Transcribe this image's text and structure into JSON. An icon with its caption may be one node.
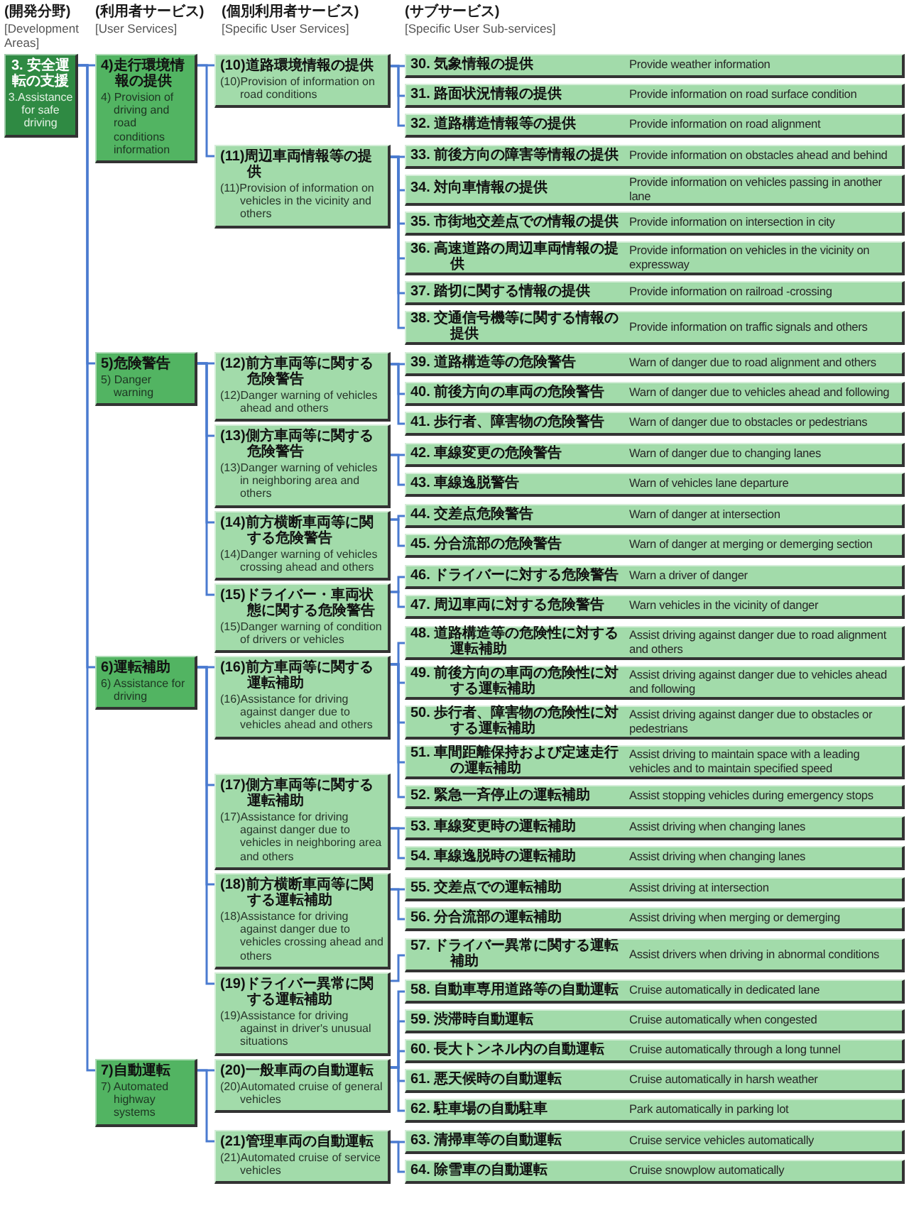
{
  "diagram": {
    "nodes": [
      {
        "text": [
          "3. 安全運転の支援",
          "3.Assistance for safe driving"
        ]
      },
      {
        "text": [
          "4)走行環境情報の提供",
          "4) Provision of driving and road conditions information"
        ]
      },
      {
        "text": [
          "(10)道路環境情報の提供",
          "(10)Provision of information on road conditions"
        ]
      },
      {
        "text": [
          "30. 気象情報の提供",
          "Provide weather information"
        ]
      },
      {
        "text": [
          "31. 路面状況情報の提供",
          "Provide information on road surface condition"
        ]
      },
      {
        "text": [
          "32. 道路構造情報等の提供",
          "Provide information on road alignment"
        ]
      },
      {
        "text": [
          "(11)周辺車両情報等の提供",
          "(11)Provision of information on vehicles in the vicinity and others"
        ]
      },
      {
        "text": [
          "33. 前後方向の障害等情報の提供",
          "Provide information on obstacles ahead and behind"
        ]
      },
      {
        "text": [
          "34. 対向車情報の提供",
          "Provide information on vehicles passing in another lane"
        ]
      },
      {
        "text": [
          "35. 市街地交差点での情報の提供",
          "Provide information on intersection in city"
        ]
      },
      {
        "text": [
          "36. 高速道路の周辺車両情報の提供",
          "Provide information on vehicles in the vicinity on expressway"
        ]
      },
      {
        "text": [
          "37. 踏切に関する情報の提供",
          "Provide information on railroad -crossing"
        ]
      },
      {
        "text": [
          "38. 交通信号機等に関する情報の提供",
          "Provide information on traffic signals and others"
        ]
      },
      {
        "text": [
          "5)危険警告",
          "5) Danger warning"
        ]
      },
      {
        "text": [
          "(12)前方車両等に関する危険警告",
          "(12)Danger warning of vehicles ahead and others"
        ]
      },
      {
        "text": [
          "39. 道路構造等の危険警告",
          "Warn of danger due to road alignment and others"
        ]
      },
      {
        "text": [
          "40. 前後方向の車両の危険警告",
          "Warn of danger due to vehicles ahead and following"
        ]
      },
      {
        "text": [
          "41. 歩行者、障害物の危険警告",
          "Warn of danger due to obstacles or pedestrians"
        ]
      },
      {
        "text": [
          "(13)側方車両等に関する危険警告",
          "(13)Danger warning of vehicles in neighboring area and others"
        ]
      },
      {
        "text": [
          "42. 車線変更の危険警告",
          "Warn of danger due to changing lanes"
        ]
      },
      {
        "text": [
          "43. 車線逸脱警告",
          "Warn of vehicles lane departure"
        ]
      },
      {
        "text": [
          "(14)前方横断車両等に関する危険警告",
          "(14)Danger warning of vehicles crossing ahead and others"
        ]
      },
      {
        "text": [
          "44. 交差点危険警告",
          "Warn of danger at intersection"
        ]
      },
      {
        "text": [
          "45. 分合流部の危険警告",
          "Warn of danger at merging or demerging section"
        ]
      },
      {
        "text": [
          "(15)ドライバー・車両状態に関する危険警告",
          "(15)Danger warning of condition of drivers or vehicles"
        ]
      },
      {
        "text": [
          "46. ドライバーに対する危険警告",
          "Warn a driver of danger"
        ]
      },
      {
        "text": [
          "47. 周辺車両に対する危険警告",
          "Warn vehicles in the vicinity of danger"
        ]
      },
      {
        "text": [
          "6)運転補助",
          "6) Assistance for driving"
        ]
      },
      {
        "text": [
          "(16)前方車両等に関する運転補助",
          "(16)Assistance for driving against danger due to vehicles ahead and others"
        ]
      },
      {
        "text": [
          "48. 道路構造等の危険性に対する運転補助",
          "Assist driving against danger due to road alignment and others"
        ]
      },
      {
        "text": [
          "49. 前後方向の車両の危険性に対する運転補助",
          "Assist driving against danger due to vehicles ahead and following"
        ]
      },
      {
        "text": [
          "50. 歩行者、障害物の危険性に対する運転補助",
          "Assist driving against danger due to obstacles or pedestrians"
        ]
      },
      {
        "text": [
          "51. 車間距離保持および定速走行の運転補助",
          "Assist driving to maintain space with a leading vehicles and to maintain specified speed"
        ]
      },
      {
        "text": [
          "52. 緊急一斉停止の運転補助",
          "Assist stopping vehicles during emergency stops"
        ]
      },
      {
        "text": [
          "(17)側方車両等に関する運転補助",
          "(17)Assistance for driving against danger due to vehicles in neighboring area and others"
        ]
      },
      {
        "text": [
          "53. 車線変更時の運転補助",
          "Assist driving when changing lanes"
        ]
      },
      {
        "text": [
          "54. 車線逸脱時の運転補助",
          "Assist driving when changing lanes"
        ]
      },
      {
        "text": [
          "(18)前方横断車両等に関する運転補助",
          "(18)Assistance for driving against danger due to vehicles crossing ahead and others"
        ]
      },
      {
        "text": [
          "55. 交差点での運転補助",
          "Assist driving at intersection"
        ]
      },
      {
        "text": [
          "56. 分合流部の運転補助",
          "Assist driving when merging or demerging"
        ]
      },
      {
        "text": [
          "(19)ドライバー異常に関する運転補助",
          "(19)Assistance for driving against in driver's unusual situations"
        ]
      },
      {
        "text": [
          "57. ドライバー異常に関する運転補助",
          "Assist drivers when driving in abnormal conditions"
        ]
      },
      {
        "text": [
          "7)自動運転",
          "7) Automated highway systems"
        ]
      },
      {
        "text": [
          "(20)一般車両の自動運転",
          "(20)Automated cruise of general vehicles"
        ]
      },
      {
        "text": [
          "58. 自動車専用道路等の自動運転",
          "Cruise automatically in dedicated lane"
        ]
      },
      {
        "text": [
          "59. 渋滞時自動運転",
          "Cruise automatically when congested"
        ]
      },
      {
        "text": [
          "60. 長大トンネル内の自動運転",
          "Cruise automatically through a long tunnel"
        ]
      },
      {
        "text": [
          "61. 悪天候時の自動運転",
          "Cruise automatically in harsh weather"
        ]
      },
      {
        "text": [
          "62. 駐車場の自動駐車",
          "Park automatically in parking lot"
        ]
      },
      {
        "text": [
          "(21)管理車両の自動運転",
          "(21)Automated cruise of service vehicles"
        ]
      },
      {
        "text": [
          "63. 清掃車等の自動運転",
          "Cruise service vehicles automatically"
        ]
      },
      {
        "text": [
          "64. 除雪車の自動運転",
          "Cruise snowplow automatically"
        ]
      }
    ],
    "edges": [
      {
        "from": 0,
        "to": 1,
        "arrow": "none"
      },
      {
        "from": 0,
        "to": 13,
        "arrow": "none"
      },
      {
        "from": 0,
        "to": 27,
        "arrow": "none"
      },
      {
        "from": 0,
        "to": 42,
        "arrow": "none"
      },
      {
        "from": 1,
        "to": 2,
        "arrow": "none"
      },
      {
        "from": 1,
        "to": 6,
        "arrow": "none"
      },
      {
        "from": 2,
        "to": 3,
        "arrow": "none"
      },
      {
        "from": 2,
        "to": 4,
        "arrow": "none"
      },
      {
        "from": 2,
        "to": 5,
        "arrow": "none"
      },
      {
        "from": 6,
        "to": 7,
        "arrow": "none"
      },
      {
        "from": 6,
        "to": 8,
        "arrow": "none"
      },
      {
        "from": 6,
        "to": 9,
        "arrow": "none"
      },
      {
        "from": 6,
        "to": 10,
        "arrow": "none"
      },
      {
        "from": 6,
        "to": 11,
        "arrow": "none"
      },
      {
        "from": 6,
        "to": 12,
        "arrow": "none"
      },
      {
        "from": 13,
        "to": 14,
        "arrow": "none"
      },
      {
        "from": 13,
        "to": 18,
        "arrow": "none"
      },
      {
        "from": 13,
        "to": 21,
        "arrow": "none"
      },
      {
        "from": 13,
        "to": 24,
        "arrow": "none"
      },
      {
        "from": 14,
        "to": 15,
        "arrow": "none"
      },
      {
        "from": 14,
        "to": 16,
        "arrow": "none"
      },
      {
        "from": 14,
        "to": 17,
        "arrow": "none"
      },
      {
        "from": 18,
        "to": 19,
        "arrow": "none"
      },
      {
        "from": 18,
        "to": 20,
        "arrow": "none"
      },
      {
        "from": 21,
        "to": 22,
        "arrow": "none"
      },
      {
        "from": 21,
        "to": 23,
        "arrow": "none"
      },
      {
        "from": 24,
        "to": 25,
        "arrow": "none"
      },
      {
        "from": 24,
        "to": 26,
        "arrow": "none"
      },
      {
        "from": 27,
        "to": 28,
        "arrow": "none"
      },
      {
        "from": 27,
        "to": 34,
        "arrow": "none"
      },
      {
        "from": 27,
        "to": 37,
        "arrow": "none"
      },
      {
        "from": 27,
        "to": 40,
        "arrow": "none"
      },
      {
        "from": 28,
        "to": 29,
        "arrow": "none"
      },
      {
        "from": 28,
        "to": 30,
        "arrow": "none"
      },
      {
        "from": 28,
        "to": 31,
        "arrow": "none"
      },
      {
        "from": 28,
        "to": 32,
        "arrow": "none"
      },
      {
        "from": 28,
        "to": 33,
        "arrow": "none"
      },
      {
        "from": 34,
        "to": 35,
        "arrow": "none"
      },
      {
        "from": 34,
        "to": 36,
        "arrow": "none"
      },
      {
        "from": 37,
        "to": 38,
        "arrow": "none"
      },
      {
        "from": 37,
        "to": 39,
        "arrow": "none"
      },
      {
        "from": 40,
        "to": 41,
        "arrow": "none"
      },
      {
        "from": 42,
        "to": 43,
        "arrow": "none"
      },
      {
        "from": 42,
        "to": 49,
        "arrow": "none"
      },
      {
        "from": 43,
        "to": 44,
        "arrow": "none"
      },
      {
        "from": 43,
        "to": 45,
        "arrow": "none"
      },
      {
        "from": 43,
        "to": 46,
        "arrow": "none"
      },
      {
        "from": 43,
        "to": 47,
        "arrow": "none"
      },
      {
        "from": 43,
        "to": 48,
        "arrow": "none"
      },
      {
        "from": 49,
        "to": 50,
        "arrow": "none"
      },
      {
        "from": 49,
        "to": 51,
        "arrow": "none"
      }
    ],
    "labels": [
      "(開発分野)",
      "[Development Areas]",
      "(利用者サービス)",
      "[User Services]",
      "(個別利用者サービス)",
      "[Specific User Services]",
      "(サブサービス)",
      "[Specific User Sub-services]"
    ]
  }
}
